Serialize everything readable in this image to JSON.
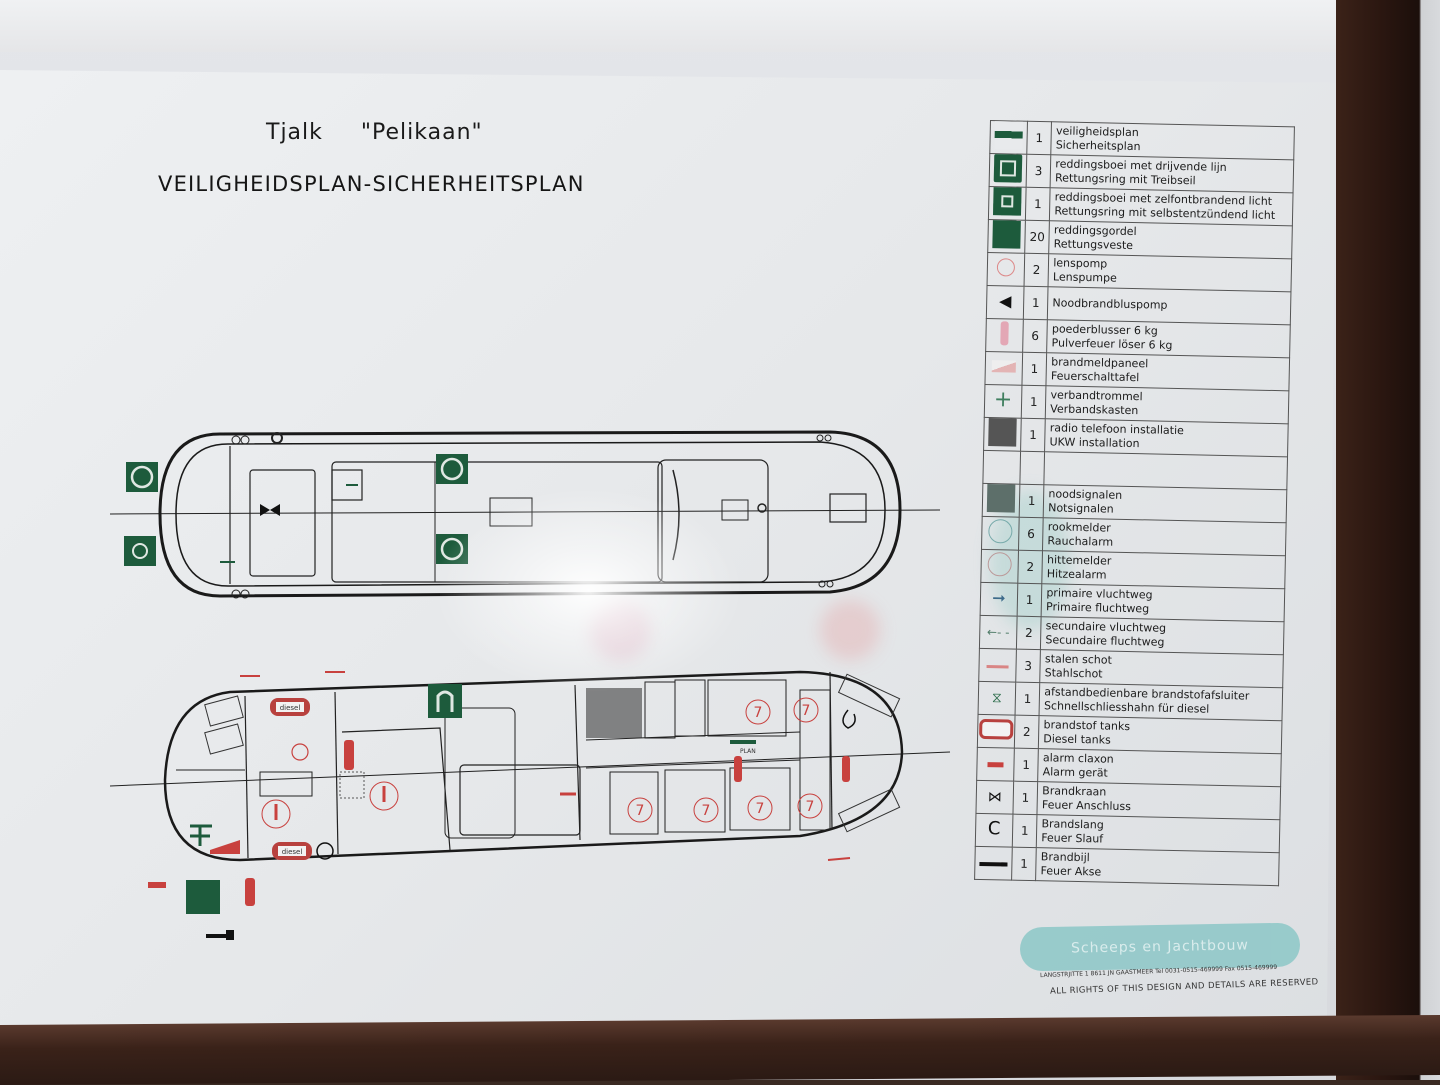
{
  "document": {
    "vessel_type": "Tjalk",
    "vessel_name": "\"Pelikaan\"",
    "title": "VEILIGHEIDSPLAN-SICHERHEITSPLAN"
  },
  "legend": {
    "rows": [
      {
        "icon": "safety-plan",
        "qty": "1",
        "nl": "veiligheidsplan",
        "de": "Sicherheitsplan"
      },
      {
        "icon": "lifebuoy-line",
        "qty": "3",
        "nl": "reddingsboei met drijvende lijn",
        "de": "Rettungsring mit Treibseil"
      },
      {
        "icon": "lifebuoy-light",
        "qty": "1",
        "nl": "reddingsboei met zelfontbrandend licht",
        "de": "Rettungsring mit selbstentzündend licht"
      },
      {
        "icon": "life-jacket",
        "qty": "20",
        "nl": "reddingsgordel",
        "de": "Rettungsveste"
      },
      {
        "icon": "bilge-pump",
        "qty": "2",
        "nl": "lenspomp",
        "de": "Lenspumpe"
      },
      {
        "icon": "emergency-fire-pump",
        "qty": "1",
        "nl": "Noodbrandbluspomp",
        "de": ""
      },
      {
        "icon": "powder-extinguisher",
        "qty": "6",
        "nl": "poederblusser 6 kg",
        "de": "Pulverfeuer löser 6 kg"
      },
      {
        "icon": "fire-panel",
        "qty": "1",
        "nl": "brandmeldpaneel",
        "de": "Feuerschalttafel"
      },
      {
        "icon": "first-aid",
        "qty": "1",
        "nl": "verbandtrommel",
        "de": "Verbandskasten"
      },
      {
        "icon": "radio",
        "qty": "1",
        "nl": "radio telefoon installatie",
        "de": "UKW installation"
      },
      {
        "icon": "",
        "qty": "",
        "nl": "",
        "de": ""
      },
      {
        "icon": "distress-signals",
        "qty": "1",
        "nl": "noodsignalen",
        "de": "Notsignalen"
      },
      {
        "icon": "smoke-detector",
        "qty": "6",
        "nl": "rookmelder",
        "de": "Rauchalarm"
      },
      {
        "icon": "heat-detector",
        "qty": "2",
        "nl": "hittemelder",
        "de": "Hitzealarm"
      },
      {
        "icon": "primary-escape",
        "qty": "1",
        "nl": "primaire vluchtweg",
        "de": "Primaire fluchtweg"
      },
      {
        "icon": "secondary-escape",
        "qty": "2",
        "nl": "secundaire vluchtweg",
        "de": "Secundaire fluchtweg"
      },
      {
        "icon": "steel-bulkhead",
        "qty": "3",
        "nl": "stalen schot",
        "de": "Stahlschot"
      },
      {
        "icon": "fuel-shutoff",
        "qty": "1",
        "nl": "afstandbedienbare brandstofafsluiter",
        "de": "Schnellschliesshahn für diesel"
      },
      {
        "icon": "diesel-tank",
        "qty": "2",
        "nl": "brandstof tanks",
        "de": "Diesel tanks"
      },
      {
        "icon": "alarm-horn",
        "qty": "1",
        "nl": "alarm claxon",
        "de": "Alarm gerät"
      },
      {
        "icon": "fire-hydrant",
        "qty": "1",
        "nl": "Brandkraan",
        "de": "Feuer Anschluss"
      },
      {
        "icon": "fire-hose",
        "qty": "1",
        "nl": "Brandslang",
        "de": "Feuer Slauf"
      },
      {
        "icon": "fire-axe",
        "qty": "1",
        "nl": "Brandbijl",
        "de": "Feuer Akse"
      }
    ]
  },
  "plan_labels": {
    "diesel": "diesel",
    "plan": "PLAN"
  },
  "footer": {
    "company": "Scheeps en Jachtbouw",
    "address": "LANGSTRJITTE 1 8611 JN GAASTMEER Tel 0031-0515-469999 Fax 0515-469999",
    "rights": "ALL RIGHTS OF THIS DESIGN AND DETAILS ARE RESERVED"
  },
  "colors": {
    "safety_green": "#1d5b3c",
    "fire_red": "#c8413e",
    "line": "#1a1a1a",
    "paper": "#e8eaec",
    "frame_wood": "#2a1610",
    "watermark_teal": "#8cc7c7"
  }
}
